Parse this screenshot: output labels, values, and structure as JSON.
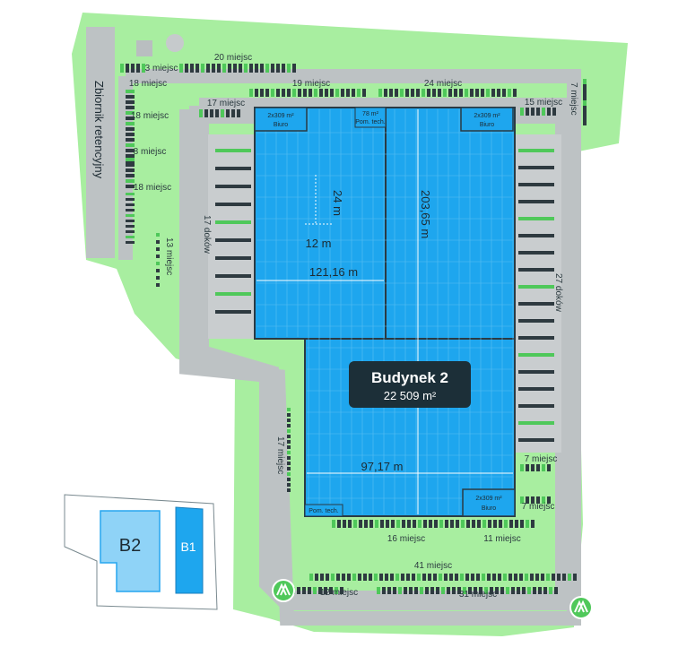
{
  "colors": {
    "green": "#a8eea0",
    "road": "#bdc2c4",
    "hall": "#1ea6ee",
    "outline": "#2a3a44",
    "dark": "#1c2f38",
    "spot_green": "#4fc85a"
  },
  "building": {
    "name": "Budynek 2",
    "area": "22 509 m²"
  },
  "offices": {
    "top_left": [
      "2x309 m²",
      "Biuro"
    ],
    "top_right": [
      "2x309 m²",
      "Biuro"
    ],
    "bottom_right": [
      "2x309 m²",
      "Biuro"
    ],
    "tech_top": [
      "78 m²",
      "Pom. tech."
    ],
    "tech_bottom": "Pom. tech."
  },
  "dimensions": {
    "width_upper": "121,16 m",
    "width_lower": "97,17 m",
    "length": "203,65 m",
    "grid_y": "24 m",
    "grid_x": "12 m"
  },
  "retention": "Zbiornik retencyjny",
  "parking": {
    "p20": "20 miejsc",
    "p3": "3 miejsc",
    "p19": "19 miejsc",
    "p24": "24 miejsc",
    "p7top": "7 miejsc",
    "p18a": "18 miejsc",
    "p17": "17 miejsc",
    "p15": "15 miejsc",
    "p18b": "18 miejsc",
    "p8": "8 miejsc",
    "p18c": "18 miejsc",
    "p13": "13 miejsc",
    "p17left": "17 miejsc",
    "p7a": "7 miejsc",
    "p7b": "7 miejsc",
    "p16": "16 miejsc",
    "p11": "11 miejsc",
    "p41": "41 miejsc",
    "p12": "12 miejsc",
    "p31": "31 miejsc"
  },
  "docks": {
    "left": "17 doków",
    "right": "27 doków"
  },
  "minimap": {
    "b2": "B2",
    "b1": "B1"
  },
  "entrance_icon": "entrance-arrows-icon"
}
